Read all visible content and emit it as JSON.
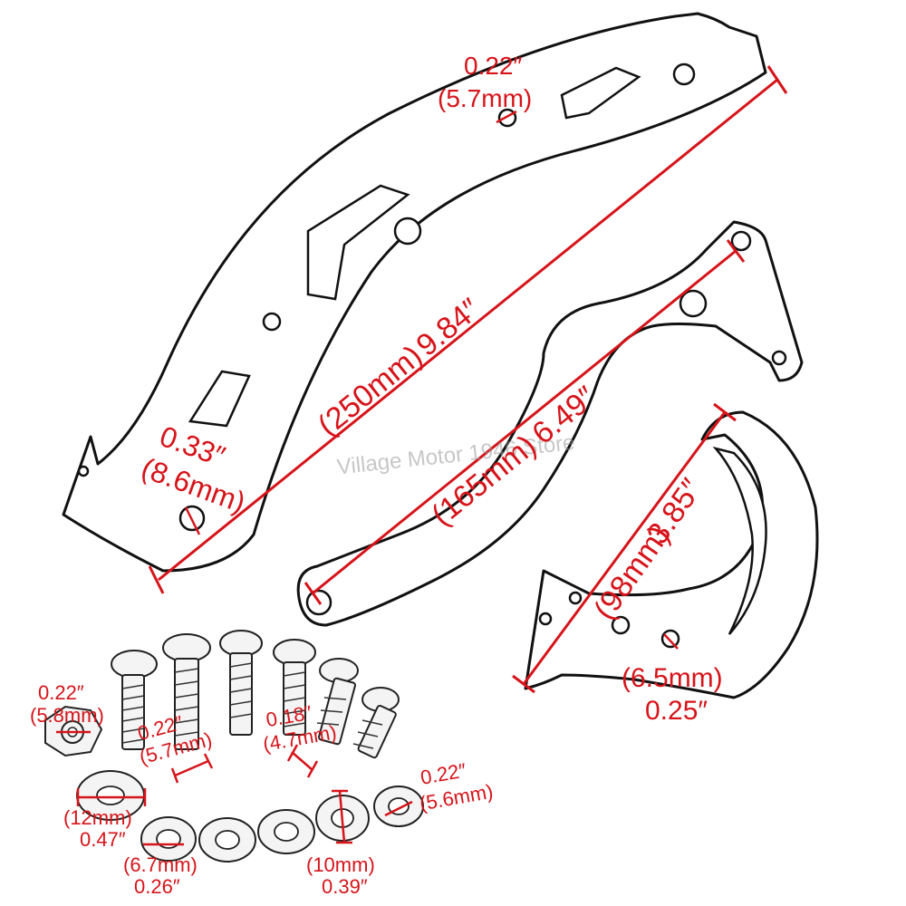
{
  "watermark": "Village Motor 1946 Store",
  "dimensions": {
    "long_bracket_length_in": "9.84″",
    "long_bracket_length_mm": "(250mm)",
    "long_bracket_hole_in": "0.22″",
    "long_bracket_hole_mm": "(5.7mm)",
    "long_bracket_end_hole_in": "0.33″",
    "long_bracket_end_hole_mm": "(8.6mm)",
    "mid_bracket_length_in": "6.49″",
    "mid_bracket_length_mm": "(165mm)",
    "hook_bracket_length_in": "3.85″",
    "hook_bracket_length_mm": "(98mm)",
    "hook_hole_mm": "(6.5mm)",
    "hook_hole_in": "0.25″",
    "nut_in": "0.22″",
    "nut_mm": "(5.8mm)",
    "bolt_a_in": "0.22″",
    "bolt_a_mm": "(5.7mm)",
    "bolt_b_in": "0.18″",
    "bolt_b_mm": "(4.7mm)",
    "washer_small_in": "0.22″",
    "washer_small_mm": "(5.6mm)",
    "washer_large_mm": "(12mm)",
    "washer_large_in": "0.47″",
    "washer_mid_mm": "(6.7mm)",
    "washer_mid_in": "0.26″",
    "washer_10_mm": "(10mm)",
    "washer_10_in": "0.39″"
  }
}
